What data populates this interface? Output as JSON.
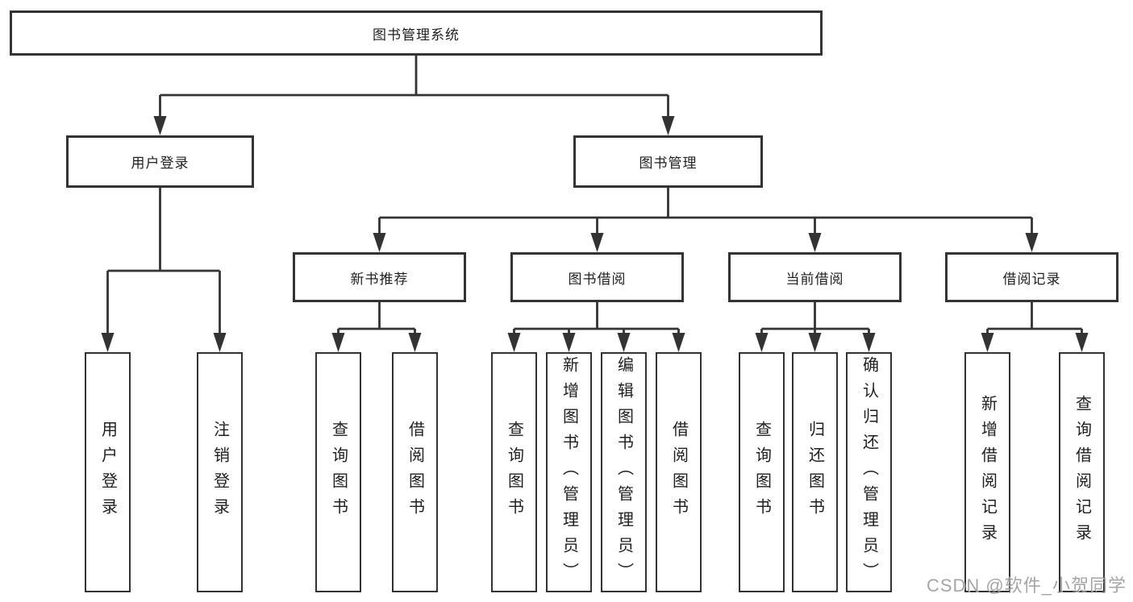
{
  "diagram": {
    "title": "图书管理系统",
    "level2": [
      {
        "label": "用户登录",
        "leaves": [
          "用户登录",
          "注销登录"
        ]
      },
      {
        "label": "图书管理",
        "children": [
          {
            "label": "新书推荐",
            "leaves": [
              "查询图书",
              "借阅图书"
            ]
          },
          {
            "label": "图书借阅",
            "leaves": [
              "查询图书",
              "新增图书（管理员）",
              "编辑图书（管理员）",
              "借阅图书"
            ]
          },
          {
            "label": "当前借阅",
            "leaves": [
              "查询图书",
              "归还图书",
              "确认归还（管理员）"
            ]
          },
          {
            "label": "借阅记录",
            "leaves": [
              "新增借阅记录",
              "查询借阅记录"
            ]
          }
        ]
      }
    ],
    "watermark": "CSDN @软件_小贺同学",
    "colors": {
      "line": "#333333",
      "box_border": "#333333",
      "text": "#1f1f1f",
      "watermark": "#969696",
      "background": "#ffffff"
    }
  }
}
